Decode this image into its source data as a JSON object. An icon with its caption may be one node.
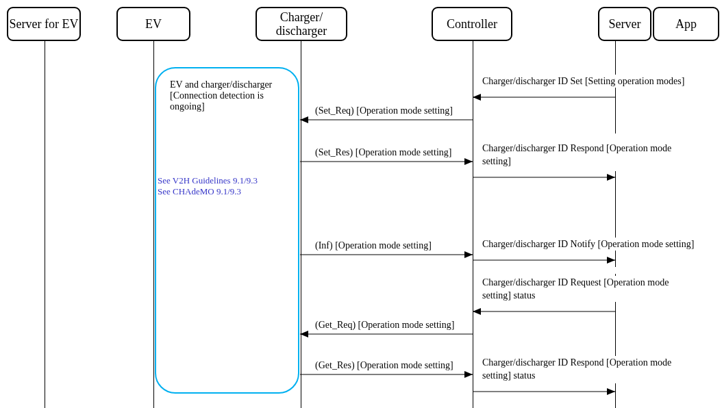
{
  "diagram": {
    "nodes": [
      {
        "text": [
          "Server for EV"
        ]
      },
      {
        "text": [
          "EV"
        ]
      },
      {
        "text": [
          "Charger/ discharger"
        ]
      },
      {
        "text": [
          "Controller"
        ]
      },
      {
        "text": [
          "Server"
        ]
      },
      {
        "text": [
          "App"
        ]
      },
      {
        "text": [
          "EV and charger/discharger [Connection detection is ongoing]",
          "See V2H Guidelines 9.1/9.3",
          "See CHAdeMO 9.1/9.3"
        ]
      }
    ],
    "edges": [
      {
        "from": 4,
        "to": 3,
        "arrow": "to",
        "label": "Charger/discharger ID Set [Setting operation modes]"
      },
      {
        "from": 3,
        "to": 2,
        "arrow": "to",
        "label": "(Set_Req) [Operation mode setting]"
      },
      {
        "from": 2,
        "to": 3,
        "arrow": "to",
        "label": "(Set_Res) [Operation mode setting]"
      },
      {
        "from": 3,
        "to": 4,
        "arrow": "to",
        "label": "Charger/discharger ID Respond [Operation mode setting]"
      },
      {
        "from": 2,
        "to": 3,
        "arrow": "to",
        "label": "(Inf) [Operation mode setting]"
      },
      {
        "from": 3,
        "to": 4,
        "arrow": "to",
        "label": "Charger/discharger ID Notify [Operation mode setting]"
      },
      {
        "from": 4,
        "to": 3,
        "arrow": "to",
        "label": "Charger/discharger ID Request [Operation mode setting] status"
      },
      {
        "from": 3,
        "to": 2,
        "arrow": "to",
        "label": "(Get_Req) [Operation mode setting]"
      },
      {
        "from": 2,
        "to": 3,
        "arrow": "to",
        "label": "(Get_Res) [Operation mode setting]"
      },
      {
        "from": 3,
        "to": 4,
        "arrow": "to",
        "label": "Charger/discharger ID Respond [Operation mode setting] status"
      }
    ]
  }
}
